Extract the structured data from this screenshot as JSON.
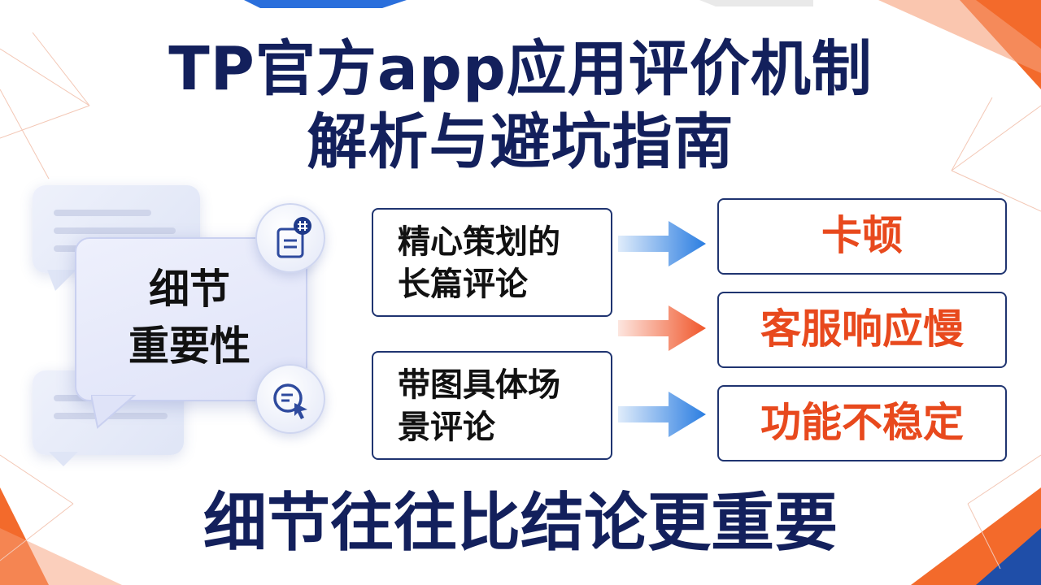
{
  "title": {
    "line1": "TP官方app应用评价机制",
    "line2": "解析与避坑指南"
  },
  "center": {
    "label_line1": "细节",
    "label_line2": "重要性"
  },
  "review_types": [
    {
      "line1": "精心策划的",
      "line2": "长篇评论"
    },
    {
      "line1": "带图具体场",
      "line2": "景评论"
    }
  ],
  "issues": [
    "卡顿",
    "客服响应慢",
    "功能不稳定"
  ],
  "footer": {
    "text": "细节往往比结论更重要"
  },
  "icons": {
    "top_circle": "document-chat-icon",
    "bottom_circle": "search-cursor-icon",
    "arrow_blue": "arrow-right-icon",
    "arrow_orange": "arrow-right-icon"
  },
  "colors": {
    "title": "#13205c",
    "issue_text": "#e8491d",
    "arrow_blue": "#2a7de1",
    "arrow_orange": "#f0562a",
    "box_border": "#1f3470"
  }
}
